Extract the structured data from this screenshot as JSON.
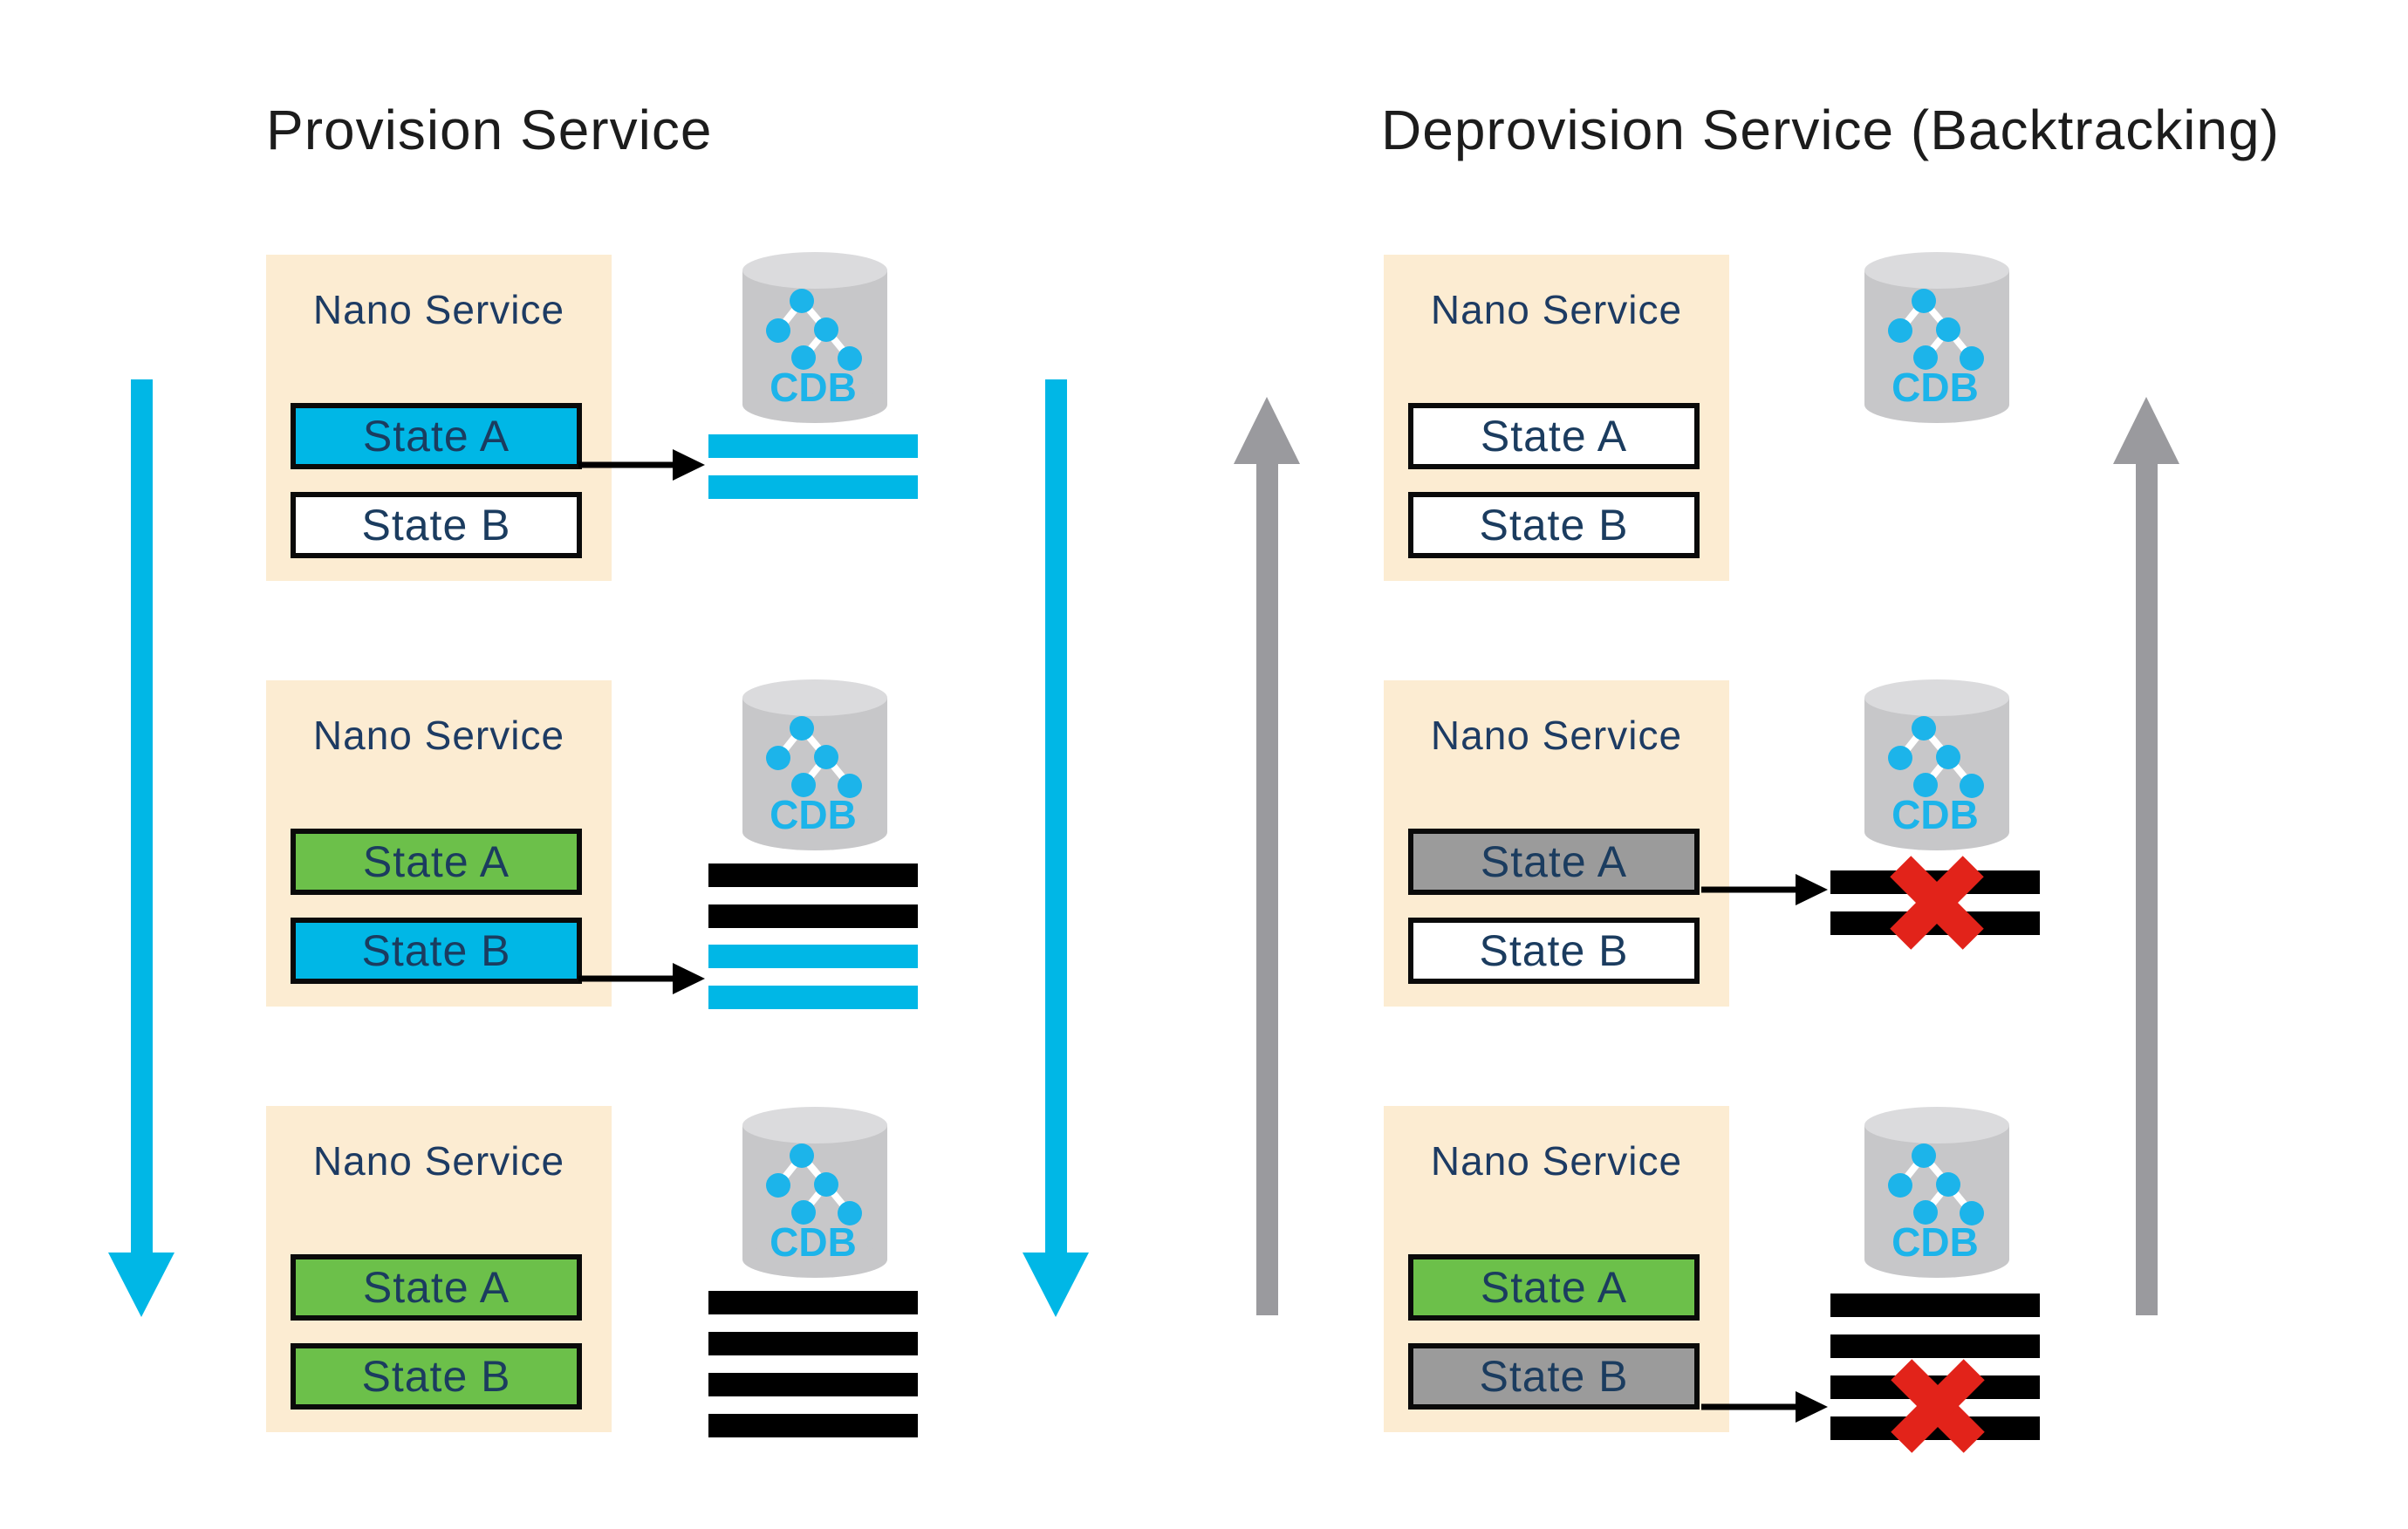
{
  "colors": {
    "cyan": "#00b7e6",
    "green": "#6cc04a",
    "gray_state": "#9b9b9b",
    "white": "#ffffff",
    "black": "#000000",
    "peach_card": "#fcecd2",
    "navy_text": "#1b3c5f",
    "red_x": "#e2231a",
    "flow_gray": "#9a9a9e",
    "cylinder_body": "#c7c7c9",
    "cylinder_top": "#dbdbdd",
    "tree_node_cyan": "#1cb4ea"
  },
  "icons": {
    "cdb_database": "database-cylinder-with-config-tree",
    "flow_down": "big-down-arrow",
    "flow_up": "big-up-arrow",
    "write_arrow": "black-right-arrow",
    "delete_x": "red-x-mark"
  },
  "left_panel": {
    "title": "Provision Service",
    "flow_direction": "down",
    "rows": [
      {
        "title": "Nano Service",
        "state_a": {
          "label": "State A",
          "fill": "#00b7e6"
        },
        "state_b": {
          "label": "State B",
          "fill": "#ffffff"
        },
        "cdb_label": "CDB",
        "stripes": [
          "#00b7e6",
          "#00b7e6"
        ],
        "arrow_source": "state_a"
      },
      {
        "title": "Nano Service",
        "state_a": {
          "label": "State A",
          "fill": "#6cc04a"
        },
        "state_b": {
          "label": "State B",
          "fill": "#00b7e6"
        },
        "cdb_label": "CDB",
        "stripes": [
          "#000000",
          "#000000",
          "#00b7e6",
          "#00b7e6"
        ],
        "arrow_source": "state_b"
      },
      {
        "title": "Nano Service",
        "state_a": {
          "label": "State A",
          "fill": "#6cc04a"
        },
        "state_b": {
          "label": "State B",
          "fill": "#6cc04a"
        },
        "cdb_label": "CDB",
        "stripes": [
          "#000000",
          "#000000",
          "#000000",
          "#000000"
        ],
        "arrow_source": "none"
      }
    ]
  },
  "right_panel": {
    "title": "Deprovision Service (Backtracking)",
    "flow_direction": "up",
    "rows": [
      {
        "title": "Nano Service",
        "state_a": {
          "label": "State A",
          "fill": "#ffffff"
        },
        "state_b": {
          "label": "State B",
          "fill": "#ffffff"
        },
        "cdb_label": "CDB",
        "stripes": [],
        "arrow_source": "none",
        "crossed_out": false
      },
      {
        "title": "Nano Service",
        "state_a": {
          "label": "State A",
          "fill": "#9b9b9b"
        },
        "state_b": {
          "label": "State B",
          "fill": "#ffffff"
        },
        "cdb_label": "CDB",
        "stripes": [
          "#000000",
          "#000000"
        ],
        "arrow_source": "state_a",
        "crossed_out": true
      },
      {
        "title": "Nano Service",
        "state_a": {
          "label": "State A",
          "fill": "#6cc04a"
        },
        "state_b": {
          "label": "State B",
          "fill": "#9b9b9b"
        },
        "cdb_label": "CDB",
        "stripes": [
          "#000000",
          "#000000",
          "#000000",
          "#000000"
        ],
        "arrow_source": "state_b",
        "crossed_out": true
      }
    ]
  }
}
